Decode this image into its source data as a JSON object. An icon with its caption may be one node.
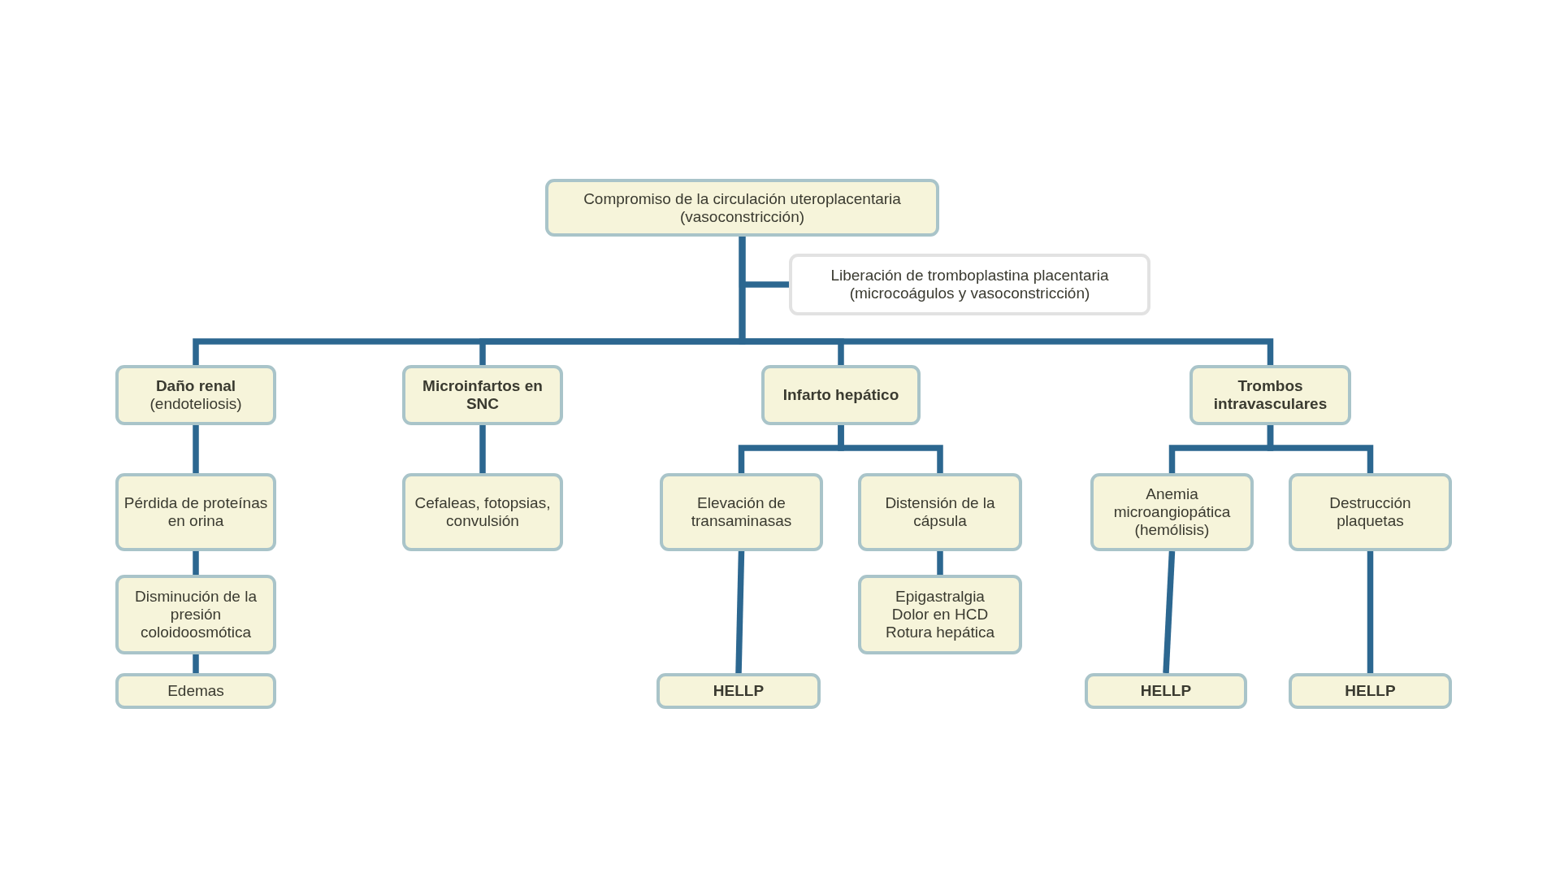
{
  "diagram": {
    "nodes": [
      {
        "text": [
          "Compromiso de la circulación uteroplacentaria (vasoconstricción)"
        ]
      },
      {
        "text": [
          "Liberación de tromboplastina placentaria (microcoágulos y vasoconstricción)"
        ]
      },
      {
        "text": [
          "Daño renal",
          "(endoteliosis)"
        ]
      },
      {
        "text": [
          "Microinfartos en SNC"
        ]
      },
      {
        "text": [
          "Infarto hepático"
        ]
      },
      {
        "text": [
          "Trombos intravasculares"
        ]
      },
      {
        "text": [
          "Pérdida de proteínas en orina"
        ]
      },
      {
        "text": [
          "Cefaleas, fotopsias, convulsión"
        ]
      },
      {
        "text": [
          "Elevación de transaminasas"
        ]
      },
      {
        "text": [
          "Distensión de la cápsula"
        ]
      },
      {
        "text": [
          "Anemia microangiopática (hemólisis)"
        ]
      },
      {
        "text": [
          "Destrucción plaquetas"
        ]
      },
      {
        "text": [
          "Disminución de la presión coloidoosmótica"
        ]
      },
      {
        "text": [
          "Epigastralgia",
          "Dolor en HCD",
          "Rotura hepática"
        ]
      },
      {
        "text": [
          "Edemas"
        ]
      },
      {
        "text": [
          "HELLP"
        ]
      },
      {
        "text": [
          "HELLP"
        ]
      },
      {
        "text": [
          "HELLP"
        ]
      }
    ],
    "edges": [
      {
        "from": 0,
        "to": 1,
        "arrow": "none"
      },
      {
        "from": 0,
        "to": 2,
        "arrow": "none"
      },
      {
        "from": 0,
        "to": 3,
        "arrow": "none"
      },
      {
        "from": 0,
        "to": 4,
        "arrow": "none"
      },
      {
        "from": 0,
        "to": 5,
        "arrow": "none"
      },
      {
        "from": 2,
        "to": 6,
        "arrow": "none"
      },
      {
        "from": 6,
        "to": 12,
        "arrow": "none"
      },
      {
        "from": 12,
        "to": 14,
        "arrow": "none"
      },
      {
        "from": 3,
        "to": 7,
        "arrow": "none"
      },
      {
        "from": 4,
        "to": 8,
        "arrow": "none"
      },
      {
        "from": 4,
        "to": 9,
        "arrow": "none"
      },
      {
        "from": 9,
        "to": 13,
        "arrow": "none"
      },
      {
        "from": 8,
        "to": 15,
        "arrow": "none"
      },
      {
        "from": 5,
        "to": 10,
        "arrow": "none"
      },
      {
        "from": 5,
        "to": 11,
        "arrow": "none"
      },
      {
        "from": 10,
        "to": 16,
        "arrow": "none"
      },
      {
        "from": 11,
        "to": 17,
        "arrow": "none"
      }
    ]
  }
}
